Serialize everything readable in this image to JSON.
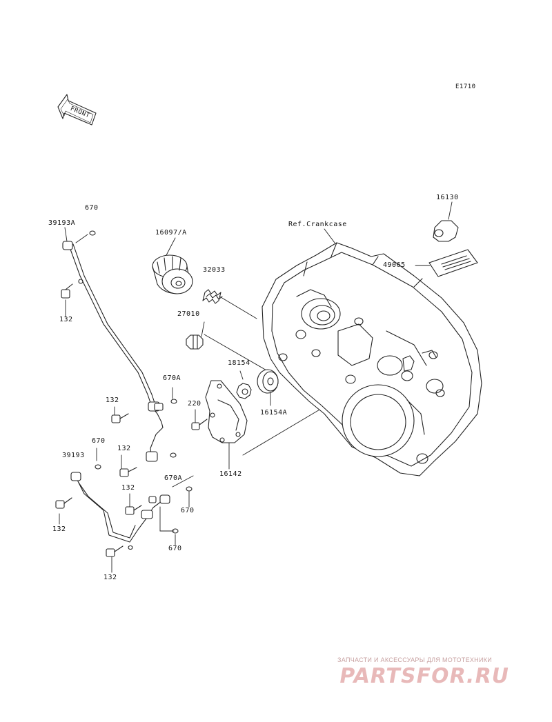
{
  "diagram": {
    "code": "E1710",
    "front_label": "FRONT",
    "ref_label": "Ref.Crankcase",
    "parts": [
      {
        "id": "p670_top",
        "text": "670"
      },
      {
        "id": "p39193A",
        "text": "39193A"
      },
      {
        "id": "p132_a",
        "text": "132"
      },
      {
        "id": "p16097A",
        "text": "16097/A"
      },
      {
        "id": "p32033",
        "text": "32033"
      },
      {
        "id": "p27010",
        "text": "27010"
      },
      {
        "id": "p18154",
        "text": "18154"
      },
      {
        "id": "p16154A",
        "text": "16154A"
      },
      {
        "id": "p670A_a",
        "text": "670A"
      },
      {
        "id": "p220",
        "text": "220"
      },
      {
        "id": "p132_b",
        "text": "132"
      },
      {
        "id": "p132_c",
        "text": "132"
      },
      {
        "id": "p670_mid",
        "text": "670"
      },
      {
        "id": "p39193",
        "text": "39193"
      },
      {
        "id": "p16142",
        "text": "16142"
      },
      {
        "id": "p670A_b",
        "text": "670A"
      },
      {
        "id": "p132_d",
        "text": "132"
      },
      {
        "id": "p670_b",
        "text": "670"
      },
      {
        "id": "p132_e",
        "text": "132"
      },
      {
        "id": "p670_c",
        "text": "670"
      },
      {
        "id": "p132_f",
        "text": "132"
      },
      {
        "id": "p16130",
        "text": "16130"
      },
      {
        "id": "p49065",
        "text": "49065"
      }
    ]
  },
  "watermark": {
    "tagline": "ЗАПЧАСТИ И АКСЕССУАРЫ ДЛЯ МОТОТЕХНИКИ",
    "logo": "PARTSFOR.RU"
  }
}
